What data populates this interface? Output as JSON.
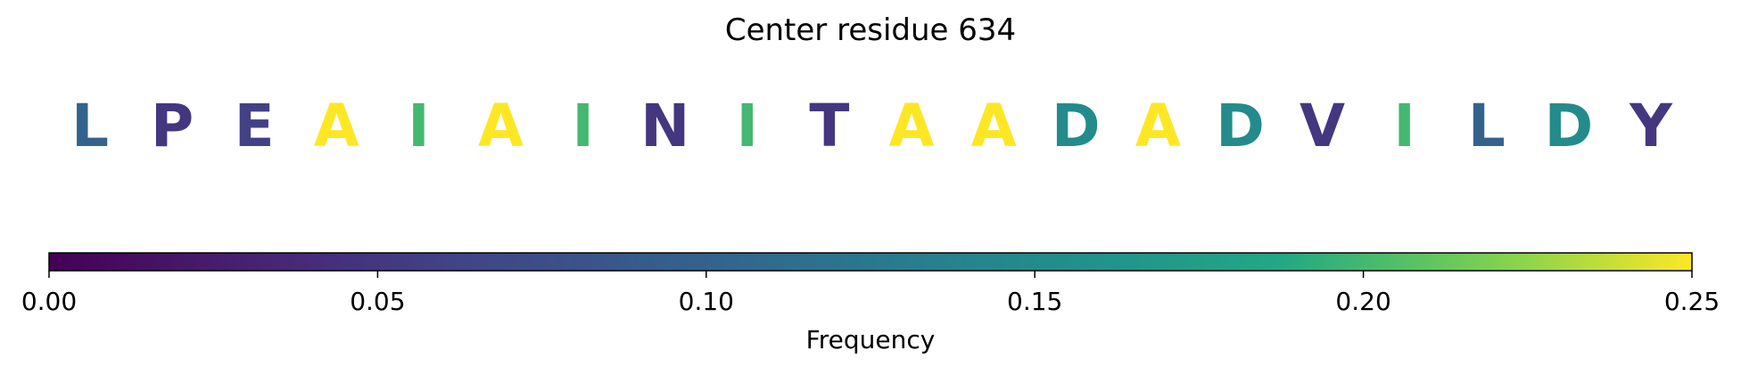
{
  "chart_data": {
    "type": "heatmap",
    "title": "Center residue 634",
    "residues": [
      {
        "letter": "L",
        "value": 0.1
      },
      {
        "letter": "P",
        "value": 0.05
      },
      {
        "letter": "E",
        "value": 0.06
      },
      {
        "letter": "A",
        "value": 0.25
      },
      {
        "letter": "I",
        "value": 0.2
      },
      {
        "letter": "A",
        "value": 0.25
      },
      {
        "letter": "I",
        "value": 0.2
      },
      {
        "letter": "N",
        "value": 0.05
      },
      {
        "letter": "I",
        "value": 0.2
      },
      {
        "letter": "T",
        "value": 0.05
      },
      {
        "letter": "A",
        "value": 0.25
      },
      {
        "letter": "A",
        "value": 0.25
      },
      {
        "letter": "D",
        "value": 0.15
      },
      {
        "letter": "A",
        "value": 0.25
      },
      {
        "letter": "D",
        "value": 0.15
      },
      {
        "letter": "V",
        "value": 0.05
      },
      {
        "letter": "I",
        "value": 0.2
      },
      {
        "letter": "L",
        "value": 0.1
      },
      {
        "letter": "D",
        "value": 0.15
      },
      {
        "letter": "Y",
        "value": 0.05
      }
    ],
    "colorbar": {
      "label": "Frequency",
      "range": [
        0,
        0.25
      ],
      "colormap": "viridis",
      "ticks": [
        0.0,
        0.05,
        0.1,
        0.15,
        0.2,
        0.25
      ],
      "tick_labels": [
        "0.00",
        "0.05",
        "0.10",
        "0.15",
        "0.20",
        "0.25"
      ]
    }
  }
}
